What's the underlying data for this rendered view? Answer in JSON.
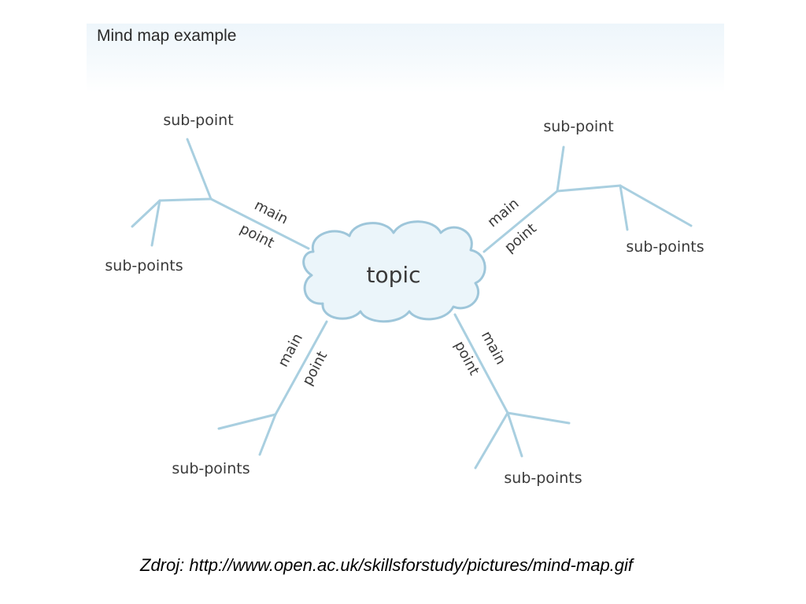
{
  "header": {
    "title": "Mind map example"
  },
  "mind_map": {
    "center_label": "topic",
    "line_color": "#a9cfe0",
    "cloud_fill": "#ebf5fa",
    "cloud_stroke": "#9ec6da",
    "branches": [
      {
        "main_label_1": "main",
        "main_label_2": "point",
        "sub_point": "sub-point",
        "sub_points": "sub-points"
      },
      {
        "main_label_1": "main",
        "main_label_2": "point",
        "sub_point": "sub-point",
        "sub_points": "sub-points"
      },
      {
        "main_label_1": "main",
        "main_label_2": "point",
        "sub_points": "sub-points"
      },
      {
        "main_label_1": "main",
        "main_label_2": "point",
        "sub_points": "sub-points"
      }
    ]
  },
  "footer": {
    "source": "Zdroj: http://www.open.ac.uk/skillsforstudy/pictures/mind-map.gif"
  }
}
